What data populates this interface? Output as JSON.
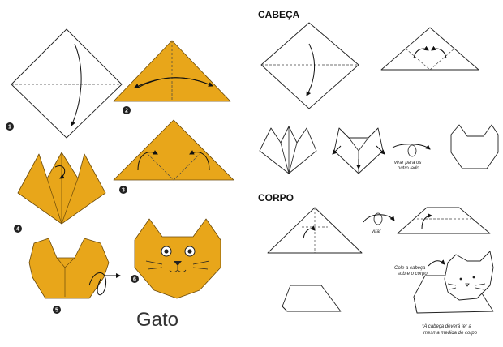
{
  "left": {
    "steps": [
      "1",
      "2",
      "3",
      "4",
      "5",
      "6"
    ],
    "title": "Gato"
  },
  "right": {
    "head_title": "CABEÇA",
    "body_title": "CORPO",
    "flip_note_line1": "virar para os",
    "flip_note_line2": "outro lado",
    "flip_short": "virar",
    "glue_note_line1": "Cole a cabeça",
    "glue_note_line2": "sobre o corpo",
    "size_note_line1": "*A cabeça deverá ter a",
    "size_note_line2": "mesma medida do corpo"
  },
  "colors": {
    "paper_orange": "#E8A61A",
    "ink": "#222222"
  }
}
